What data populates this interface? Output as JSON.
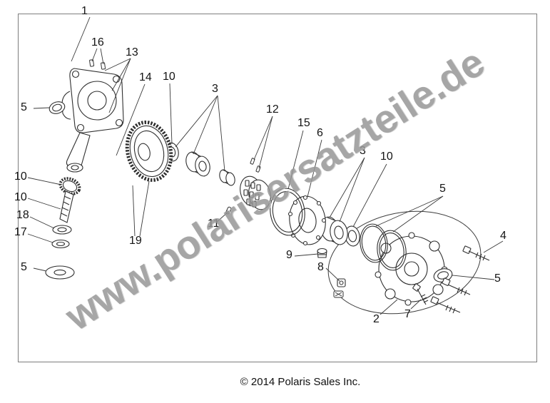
{
  "page": {
    "watermark": "www.polarisersatzteile.de",
    "copyright": "© 2014 Polaris Sales Inc."
  },
  "callouts": [
    {
      "label": "1"
    },
    {
      "label": "16"
    },
    {
      "label": "13"
    },
    {
      "label": "14"
    },
    {
      "label": "10"
    },
    {
      "label": "3"
    },
    {
      "label": "12"
    },
    {
      "label": "15"
    },
    {
      "label": "6"
    },
    {
      "label": "3"
    },
    {
      "label": "10"
    },
    {
      "label": "5"
    },
    {
      "label": "5"
    },
    {
      "label": "10"
    },
    {
      "label": "10"
    },
    {
      "label": "18"
    },
    {
      "label": "17"
    },
    {
      "label": "5"
    },
    {
      "label": "11"
    },
    {
      "label": "19"
    },
    {
      "label": "9"
    },
    {
      "label": "8"
    },
    {
      "label": "4"
    },
    {
      "label": "5"
    },
    {
      "label": "2"
    },
    {
      "label": "7"
    }
  ]
}
